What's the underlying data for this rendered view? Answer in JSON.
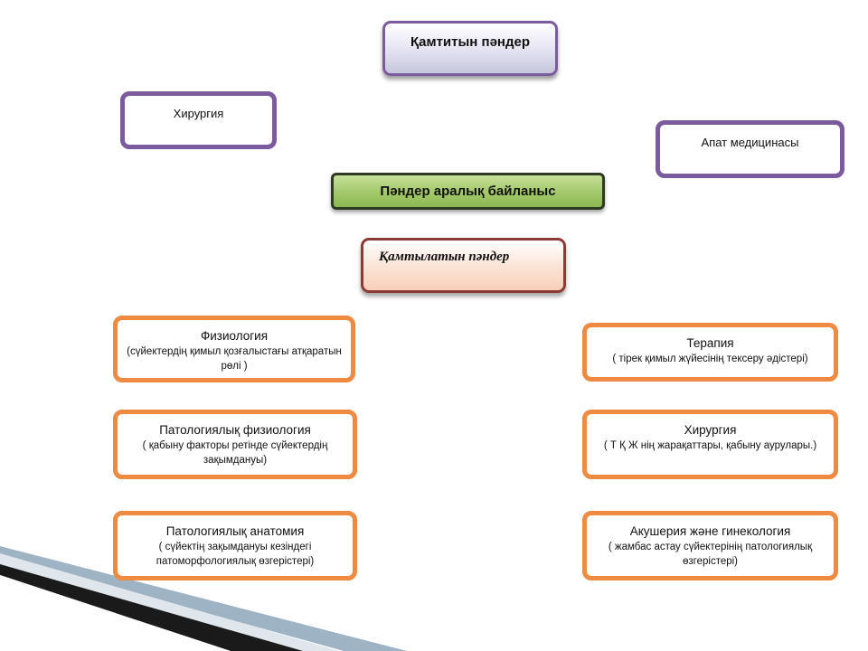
{
  "diagram": {
    "top_title": "Қамтитын пәндер",
    "surgery_top": "Хирургия",
    "emergency_medicine": "Апат медицинасы",
    "relation_title": "Пәндер аралық байланыс",
    "covered_title": "Қамтылатын пәндер",
    "left_items": [
      {
        "title": "Физиология",
        "desc": "(сүйектердің қимыл қозғалыстағы атқаратын  рөлі )"
      },
      {
        "title": "Патологиялық физиология",
        "desc": "( қабыну факторы ретінде сүйектердің зақымдануы)"
      },
      {
        "title": "Патологиялық анатомия",
        "desc": "( сүйектің зақымдануы кезіндегі патоморфологиялық  өзгерістері)"
      }
    ],
    "right_items": [
      {
        "title": "Терапия",
        "desc": "( тірек қимыл жүйесінің тексеру әдістері)"
      },
      {
        "title": "Хирургия",
        "desc": "( Т Қ Ж нің жарақаттары, қабыну аурулары.)"
      },
      {
        "title": "Акушерия және гинекология",
        "desc": "( жамбас астау сүйектерінің патологиялық өзгерістері)"
      }
    ]
  },
  "colors": {
    "purple_border": "#7b5a9e",
    "green_fill": "#a2c86a",
    "maroon_border": "#8b3a35",
    "orange_border": "#ef8a42"
  }
}
